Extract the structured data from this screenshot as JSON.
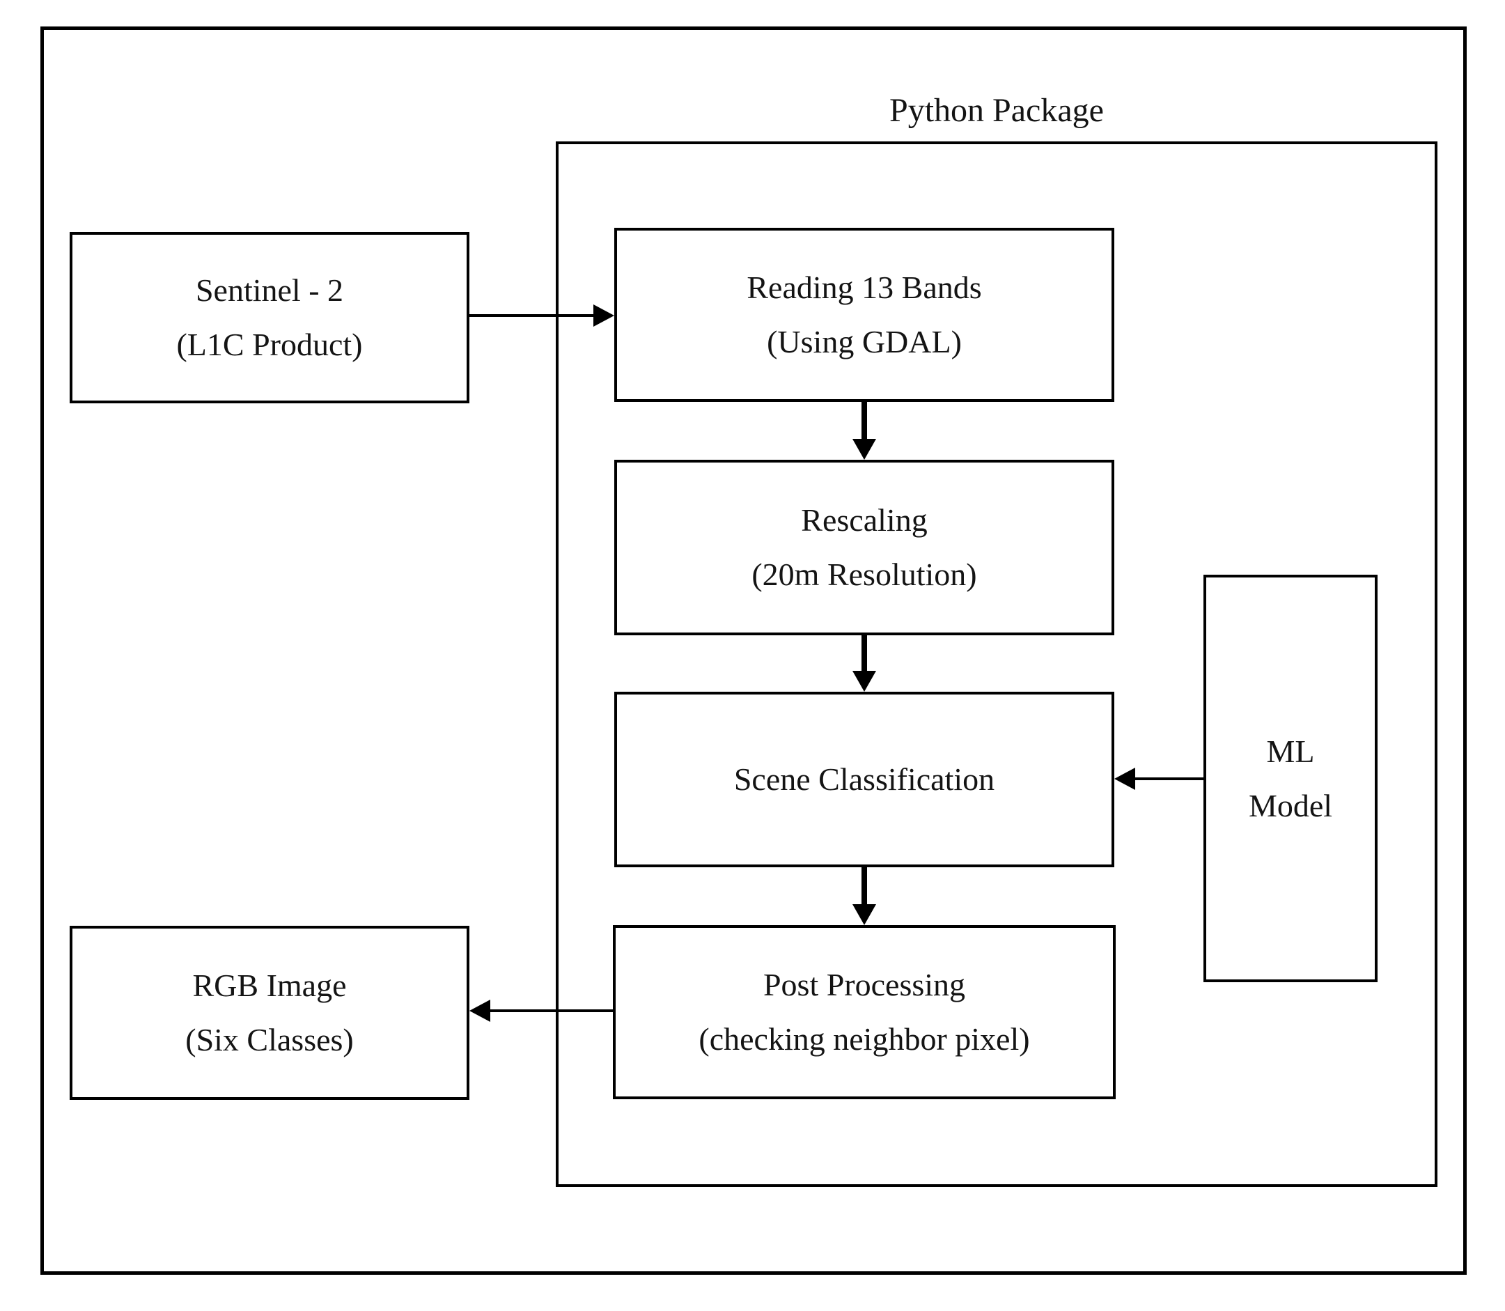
{
  "diagram": {
    "title": "Python Package",
    "nodes": {
      "sentinel": {
        "line1": "Sentinel - 2",
        "line2": "(L1C Product)"
      },
      "reading": {
        "line1": "Reading 13 Bands",
        "line2": "(Using GDAL)"
      },
      "rescaling": {
        "line1": "Rescaling",
        "line2": "(20m Resolution)"
      },
      "scene": {
        "line1": "Scene Classification"
      },
      "post": {
        "line1": "Post Processing",
        "line2": "(checking neighbor pixel)"
      },
      "ml": {
        "line1": "ML",
        "line2": "Model"
      },
      "rgb": {
        "line1": "RGB Image",
        "line2": "(Six Classes)"
      }
    },
    "colors": {
      "stroke": "#000000",
      "background": "#ffffff",
      "text": "#141414"
    }
  }
}
